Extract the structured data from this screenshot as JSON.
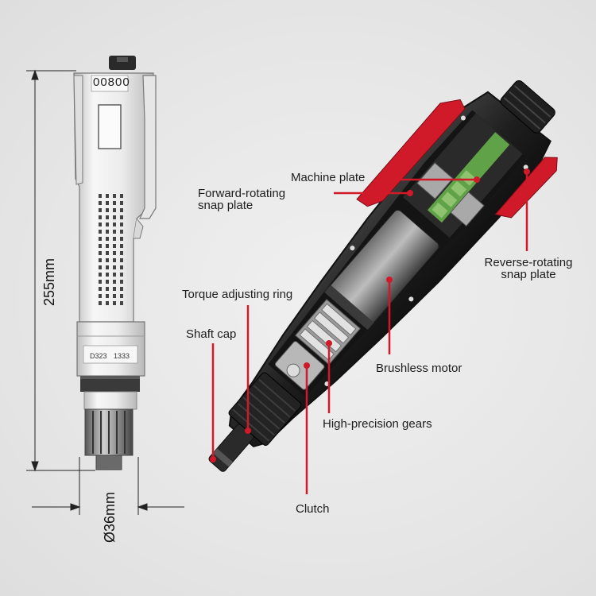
{
  "dimensions": {
    "height": "255mm",
    "diameter": "Ø36mm"
  },
  "tool_markings": {
    "top_code": "00800",
    "collar_left": "D323",
    "collar_right": "1333"
  },
  "labels": {
    "machine_plate": "Machine plate",
    "forward_line1": "Forward-rotating",
    "forward_line2": "snap plate",
    "reverse_line1": "Reverse-rotating",
    "reverse_line2": "snap plate",
    "torque_ring": "Torque adjusting ring",
    "shaft_cap": "Shaft cap",
    "brushless_motor": "Brushless motor",
    "gears": "High-precision gears",
    "clutch": "Clutch"
  },
  "colors": {
    "accent": "#d01a2a",
    "body_dark": "#2b2b2b",
    "pcb_green": "#5fa247"
  }
}
